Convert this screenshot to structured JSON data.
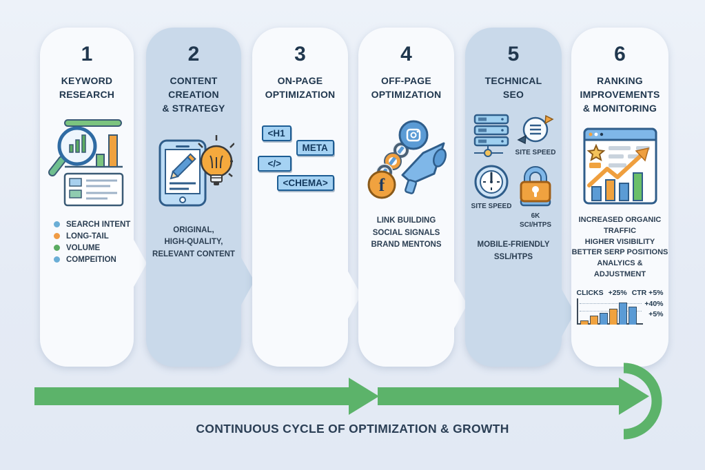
{
  "palette": {
    "background": "#e7edf6",
    "card_light": "#f8fafd",
    "card_blue": "#c9d9ea",
    "heading_text": "#20374e",
    "arrow_green": "#5cb36a",
    "accent_orange": "#f0a23f",
    "accent_blue": "#5b9bd5",
    "accent_green": "#5aab61"
  },
  "steps": [
    {
      "number": "1",
      "title": "KEYWORD\nRESEARCH",
      "icon": "magnifier-bar-chart-icon",
      "bullets": [
        {
          "label": "SEARCH INTENT",
          "color": "#6aaed6"
        },
        {
          "label": "LONG-TAIL",
          "color": "#ef9b45"
        },
        {
          "label": "VOLUME",
          "color": "#5aab61"
        },
        {
          "label": "COMPEITION",
          "color": "#6aaed6"
        }
      ]
    },
    {
      "number": "2",
      "title": "CONTENT\nCREATION\n& STRATEGY",
      "icon": "tablet-pencil-lightbulb-icon",
      "caption": "ORIGINAL,\nHIGH-QUALITY,\nRELEVANT CONTENT"
    },
    {
      "number": "3",
      "title": "ON-PAGE\nOPTIMIZATION",
      "icon": "code-tags-icon",
      "tags": [
        "<H1",
        "META",
        "</>",
        "<CHEMA>"
      ]
    },
    {
      "number": "4",
      "title": "OFF-PAGE\nOPTIMIZATION",
      "icon": "chain-social-megaphone-icon",
      "caption": "LINK BUILDING\nSOCIAL SIGNALS\nBRAND MENTONS"
    },
    {
      "number": "5",
      "title": "TECHNICAL\nSEO",
      "icon": "servers-speed-lock-icon",
      "labels": {
        "site_speed_top": "SITE SPEED",
        "site_speed_bottom": "SITE SPEED",
        "lock": "6K\nSCI/HTPS"
      },
      "caption": "MOBILE-FRIENDLY\nSSL/HTPS"
    },
    {
      "number": "6",
      "title": "RANKING\nIMPROVEMENTS\n& MONITORING",
      "icon": "analytics-browser-icon",
      "caption": "INCREASED ORGANIC\nTRAFFIC\nHIGHER VISIBILITY\nBETTER SERP POSITIONS\nANALYICS & ADJUSTMENT",
      "mini_chart": {
        "type": "bar",
        "header": {
          "clicks": "CLICKS",
          "clicks_pct": "+25%",
          "ctr": "CTR +5%"
        },
        "annotations": [
          "+40%",
          "+5%"
        ],
        "bars": [
          {
            "h": 6,
            "color": "#f0a23f"
          },
          {
            "h": 13,
            "color": "#f0a23f"
          },
          {
            "h": 17,
            "color": "#5b9bd5"
          },
          {
            "h": 23,
            "color": "#f0a23f"
          },
          {
            "h": 32,
            "color": "#5b9bd5"
          },
          {
            "h": 26,
            "color": "#5b9bd5"
          }
        ]
      }
    }
  ],
  "footer": {
    "label": "CONTINUOUS CYCLE OF OPTIMIZATION & GROWTH"
  }
}
